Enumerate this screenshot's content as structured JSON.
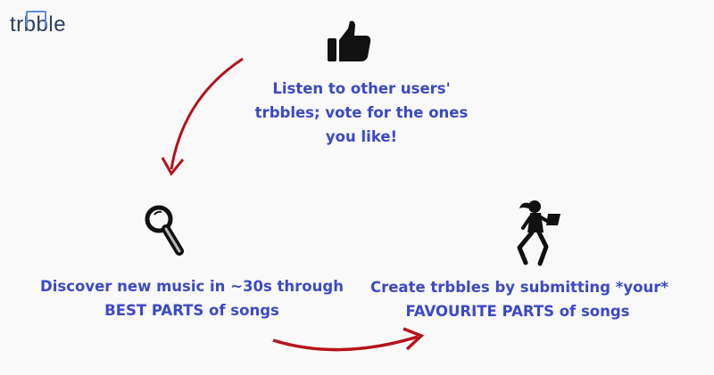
{
  "logo": {
    "text_start": "tr",
    "text_mid": "bb",
    "text_end": "le"
  },
  "steps": [
    {
      "icon": "thumbs-up-icon",
      "lines": [
        "Listen to other users'",
        "trbbles; vote for the ones",
        "you like!"
      ]
    },
    {
      "icon": "magnifying-glass-icon",
      "lines": [
        "Discover new music in ~30s through",
        "BEST PARTS of songs"
      ]
    },
    {
      "icon": "person-with-laptop-icon",
      "lines": [
        "Create trbbles by submitting *your*",
        "FAVOURITE PARTS of songs"
      ]
    }
  ],
  "colors": {
    "text": "#3b49c7",
    "arrow": "#b5121b",
    "icon": "#111111",
    "logo": "#2a3f62",
    "logo_accent": "#5a8fd8"
  }
}
